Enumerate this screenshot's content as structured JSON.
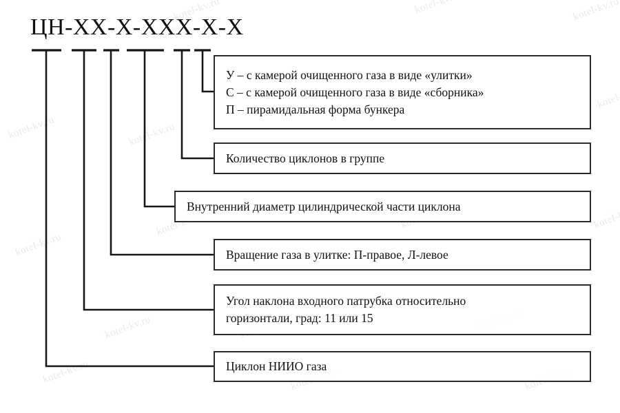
{
  "diagram": {
    "title": "ЦН-ХХ-Х-ХХХ-Х-Х",
    "stroke_color": "#16161a",
    "box_border_color": "#2a2a30",
    "text_color": "#111114",
    "watermark_text": "kotel-kv.ru",
    "watermark_color": "#e9e9ec",
    "segments": [
      {
        "name": "prefix",
        "code": "ЦН",
        "target_box": 6
      },
      {
        "name": "angle",
        "code": "ХХ",
        "target_box": 5
      },
      {
        "name": "rotation",
        "code": "Х",
        "target_box": 4
      },
      {
        "name": "diameter",
        "code": "ХХХ",
        "target_box": 3
      },
      {
        "name": "count",
        "code": "Х",
        "target_box": 2
      },
      {
        "name": "chamber",
        "code": "Х",
        "target_box": 1
      }
    ],
    "boxes": [
      {
        "id": "chamber-type-box",
        "lines": [
          "У – с камерой очищенного газа в виде «улитки»",
          "С – с камерой очищенного газа в виде «сборника»",
          "П – пирамидальная форма бункера"
        ]
      },
      {
        "id": "cyclone-count-box",
        "lines": [
          "Количество циклонов в группе"
        ]
      },
      {
        "id": "inner-diameter-box",
        "lines": [
          "Внутренний диаметр цилиндрической части циклона"
        ]
      },
      {
        "id": "gas-rotation-box",
        "lines": [
          "Вращение газа в улитке: П-правое, Л-левое"
        ]
      },
      {
        "id": "inlet-angle-box",
        "lines": [
          "Угол наклона входного патрубка относительно",
          "горизонтали, град: 11 или 15"
        ]
      },
      {
        "id": "cyclone-name-box",
        "lines": [
          "Циклон НИИО газа"
        ]
      }
    ]
  }
}
